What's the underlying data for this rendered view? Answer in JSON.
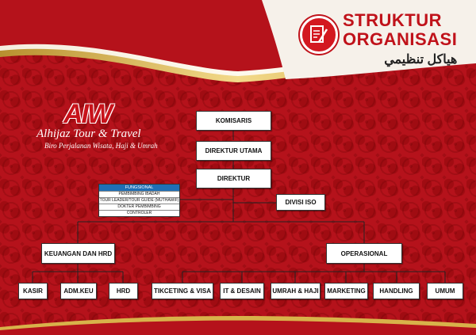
{
  "header": {
    "title_line1": "STRUKTUR",
    "title_line2": "ORGANISASI",
    "title_arabic": "هياكل تنظيمي",
    "icon": "document-pen-icon"
  },
  "logo": {
    "mark": "AIW",
    "name": "Alhijaz Tour & Travel",
    "tagline": "Biro Perjalanan Wisata, Haji & Umrah"
  },
  "org": {
    "komisaris": "KOMISARIS",
    "direktur_utama": "DIREKTUR UTAMA",
    "direktur": "DIREKTUR",
    "divisi_iso": "DIVISI ISO",
    "fungsional": {
      "title": "FUNGSIONAL",
      "items": [
        "PEMBIMBING IBADAH",
        "TOUR LEADER/TOUR GUIDE (MUTHAWIF)",
        "DOKTER PEMBIMBING",
        "CONTROLER"
      ]
    },
    "keuangan": "KEUANGAN DAN HRD",
    "operasional": "OPERASIONAL",
    "keuangan_units": [
      "KASIR",
      "ADM.KEU",
      "HRD"
    ],
    "operasional_units": [
      "TIKCETING & VISA",
      "IT & DESAIN",
      "UMRAH & HAJI",
      "MARKETING",
      "HANDLING",
      "UMUM"
    ]
  },
  "colors": {
    "background": "#b5121b",
    "gold": "#d8b24a",
    "title_red": "#c0121a",
    "fungsional_header": "#1f6fb5"
  }
}
